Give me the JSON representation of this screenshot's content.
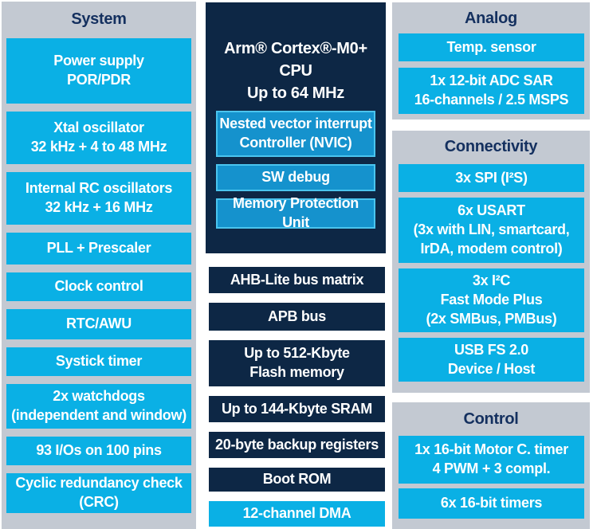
{
  "colors": {
    "page_bg": "#ffffff",
    "panel_bg": "#c3c9d2",
    "cyan_block": "#0ab0e5",
    "navy_block": "#0d2745",
    "cpu_inner_fill": "#1592cd",
    "cpu_inner_border": "#4ac4ee",
    "header_text": "#14305f",
    "block_text": "#ffffff"
  },
  "system": {
    "title": "System",
    "blocks": [
      "Power supply\nPOR/PDR",
      "Xtal oscillator\n32 kHz + 4 to 48 MHz",
      "Internal RC oscillators\n32 kHz + 16 MHz",
      "PLL + Prescaler",
      "Clock control",
      "RTC/AWU",
      "Systick timer",
      "2x watchdogs\n(independent and window)",
      "93 I/Os on 100 pins",
      "Cyclic redundancy check\n(CRC)"
    ]
  },
  "cpu": {
    "title": "Arm® Cortex®-M0+ CPU\nUp to 64 MHz",
    "inner_blocks": [
      "Nested vector interrupt\nController (NVIC)",
      "SW debug",
      "Memory Protection Unit"
    ],
    "bus_blocks": [
      "AHB-Lite bus matrix",
      "APB bus",
      "Up to 512-Kbyte\nFlash memory",
      "Up to 144-Kbyte SRAM",
      "20-byte backup registers",
      "Boot ROM"
    ],
    "dma": "12-channel DMA"
  },
  "analog": {
    "title": "Analog",
    "blocks": [
      "Temp. sensor",
      "1x 12-bit ADC SAR\n16-channels / 2.5 MSPS"
    ]
  },
  "connectivity": {
    "title": "Connectivity",
    "blocks": [
      "3x SPI (I²S)",
      "6x USART\n(3x with LIN, smartcard,\nIrDA, modem control)",
      "3x I²C\nFast Mode Plus\n(2x SMBus, PMBus)",
      "USB FS 2.0\nDevice / Host"
    ]
  },
  "control": {
    "title": "Control",
    "blocks": [
      "1x 16-bit Motor C. timer\n4 PWM + 3 compl.",
      "6x 16-bit timers"
    ]
  }
}
